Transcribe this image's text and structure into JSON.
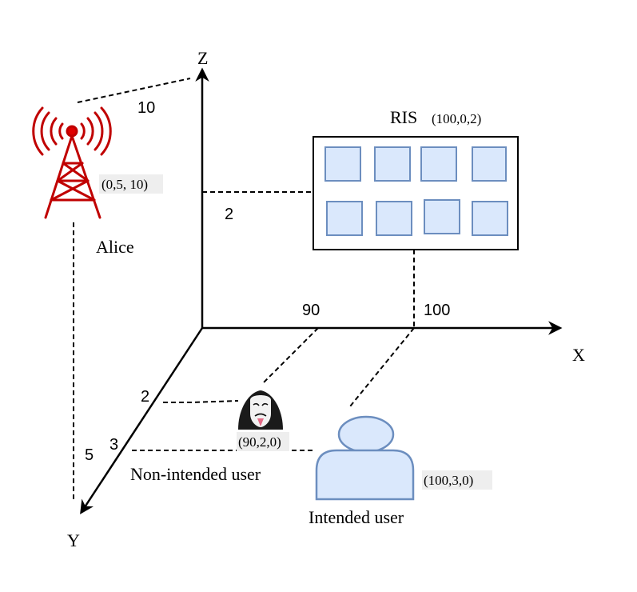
{
  "axes": {
    "x_label": "X",
    "y_label": "Y",
    "z_label": "Z"
  },
  "ticks": {
    "z_10": "10",
    "z_2": "2",
    "x_90": "90",
    "x_100": "100",
    "y_2": "2",
    "y_3": "3",
    "y_5": "5"
  },
  "alice": {
    "name": "Alice",
    "coords": "(0,5, 10)",
    "color": "#c00000"
  },
  "ris": {
    "label": "RIS",
    "coords": "(100,0,2)",
    "cell_fill": "#dae8fc",
    "cell_stroke": "#6c8ebf"
  },
  "eve": {
    "name": "Non-intended user",
    "coords": "(90,2,0)",
    "icon": "anonymous-mask-icon"
  },
  "bob": {
    "name": "Intended user",
    "coords": "(100,3,0)",
    "icon": "user-icon",
    "fill": "#dae8fc",
    "stroke": "#6c8ebf"
  }
}
